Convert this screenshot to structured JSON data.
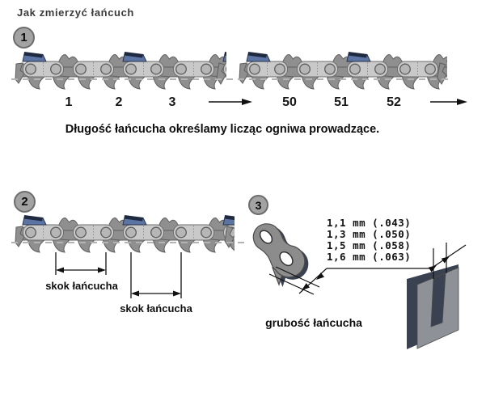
{
  "title": "Jak zmierzyć łańcuch",
  "badges": [
    "1",
    "2",
    "3"
  ],
  "section1": {
    "left_link_numbers": [
      "1",
      "2",
      "3"
    ],
    "right_link_numbers": [
      "50",
      "51",
      "52"
    ],
    "caption": "Długość łańcucha określamy licząc ogniwa prowadzące."
  },
  "section2": {
    "pitch_labels": [
      "skok łańcucha",
      "skok łańcucha"
    ]
  },
  "section3": {
    "gauge_values": [
      "1,1 mm (.043)",
      "1,3 mm (.050)",
      "1,5 mm (.058)",
      "1,6 mm (.063)"
    ],
    "gauge_label": "grubość łańcucha"
  },
  "colors": {
    "cutter_blue": "#5b74a4",
    "cutter_top_navy": "#1f2940",
    "drive_link_gray": "#8f8f8f",
    "side_plate_gray": "#c9c9c9",
    "rivet_gray": "#b6b6b6",
    "shadow_navy": "#3a4252",
    "groove_face_gray": "#8e9298"
  }
}
